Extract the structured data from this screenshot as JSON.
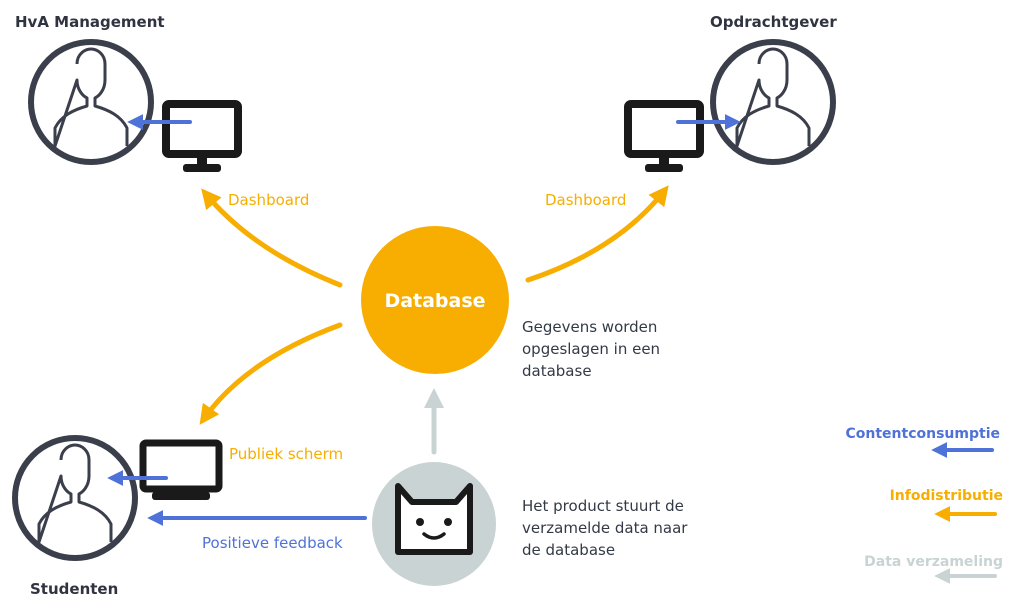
{
  "actors": {
    "management": "HvA Management",
    "client": "Opdrachtgever",
    "students": "Studenten"
  },
  "center": {
    "database": "Database",
    "description": [
      "Gegevens worden",
      "opgeslagen in een",
      "database"
    ]
  },
  "product": {
    "description": [
      "Het product stuurt de",
      "verzamelde data naar",
      "de database"
    ]
  },
  "flows": {
    "dashboard_left": "Dashboard",
    "dashboard_right": "Dashboard",
    "public_screen": "Publiek scherm",
    "positive_feedback": "Positieve feedback"
  },
  "legend": {
    "content": "Contentconsumptie",
    "info": "Infodistributie",
    "data": "Data verzameling"
  },
  "colors": {
    "orange": "#f7ae00",
    "blue": "#4e72d8",
    "gray": "#c9d3d3",
    "dark": "#2f3440"
  },
  "icons": {
    "person": "person-icon",
    "monitor": "monitor-icon",
    "tv": "tv-icon",
    "cat": "cat-face-icon"
  }
}
